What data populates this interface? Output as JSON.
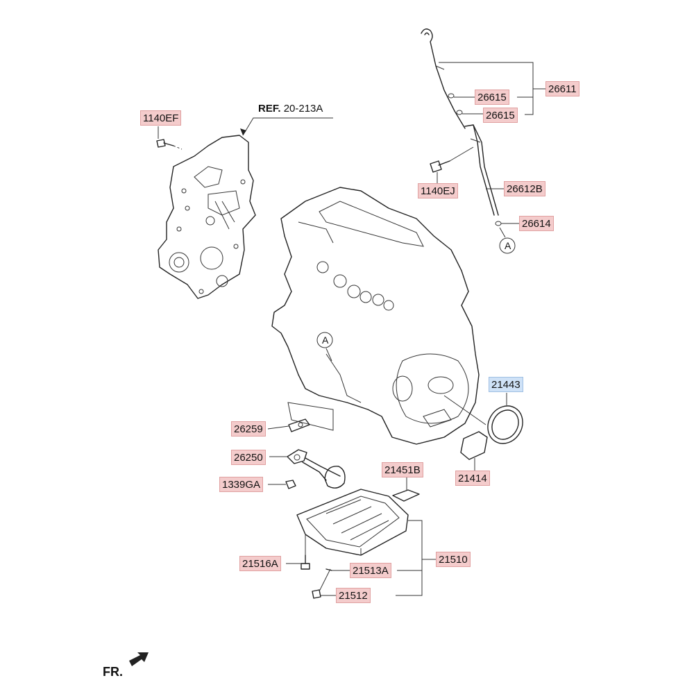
{
  "parts": {
    "p1140EF": "1140EF",
    "p26611": "26611",
    "p26615a": "26615",
    "p26615b": "26615",
    "p1140EJ": "1140EJ",
    "p26612B": "26612B",
    "p26614": "26614",
    "p21443": "21443",
    "p26259": "26259",
    "p26250": "26250",
    "p1339GA": "1339GA",
    "p21451B": "21451B",
    "p21414": "21414",
    "p21510": "21510",
    "p21516A": "21516A",
    "p21513A": "21513A",
    "p21512": "21512"
  },
  "reference": {
    "prefix": "REF.",
    "code": "20-213A"
  },
  "circle_marker": "A",
  "front_label": "FR.",
  "colors": {
    "label_fill": "#f4cccc",
    "highlight_fill": "#cfe2f7",
    "line": "#222222"
  }
}
